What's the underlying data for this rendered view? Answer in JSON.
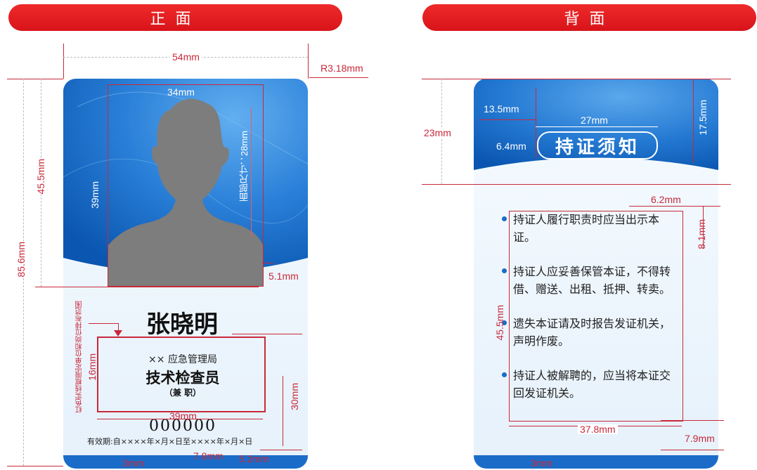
{
  "headers": {
    "front": "正面",
    "back": "背面"
  },
  "front": {
    "dims": {
      "card_width": "54mm",
      "corner_radius": "R3.18mm",
      "photo_width": "34mm",
      "face_size": "面部尺寸：28mm",
      "photo_height": "39mm",
      "blue_height": "45.5mm",
      "card_height": "85.6mm",
      "photo_bottom": "5.1mm",
      "box_height": "16mm",
      "box_width": "39mm",
      "red_area": "30mm",
      "bottom_left": "3mm",
      "bottom_mid": "7.8mm",
      "bottom_right": "5.2mm"
    },
    "name": "张晓明",
    "org": "×× 应急管理局",
    "title": "技术检查员",
    "part_time": "（兼  职）",
    "number": "000000",
    "validity": "有效期:自××××年×月×日至××××年×月×日",
    "side_note": "红色实线框限定单位和岗位排布范围"
  },
  "back": {
    "dims": {
      "left_margin": "13.5mm",
      "title_width": "27mm",
      "top_area": "23mm",
      "title_height": "6.4mm",
      "blue_height": "17.5mm",
      "text_right": "6.2mm",
      "text_top": "8.1mm",
      "text_height": "45.5mm",
      "text_width": "37.8mm",
      "text_bottom": "7.9mm",
      "bottom_left": "3mm"
    },
    "title": "持证须知",
    "items": [
      "持证人履行职责时应当出示本证。",
      "持证人应妥善保管本证，不得转借、赠送、出租、抵押、转卖。",
      "遗失本证请及时报告发证机关，声明作废。",
      "持证人被解聘的，应当将本证交回发证机关。"
    ]
  }
}
